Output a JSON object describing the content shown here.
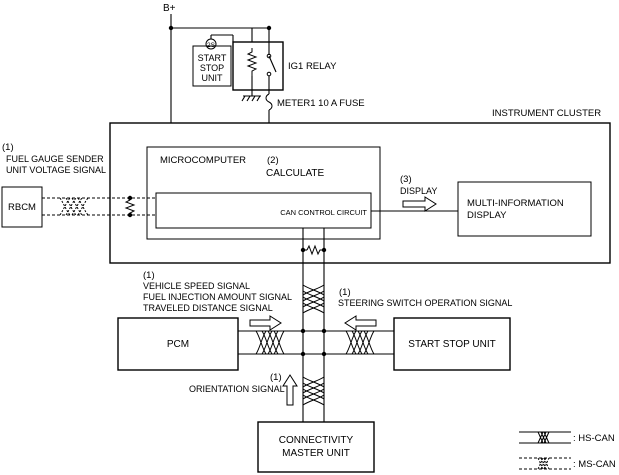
{
  "labels": {
    "b_plus": "B+",
    "ig1_relay": "IG1 RELAY",
    "start_stop_unit_small": [
      "START",
      "STOP",
      "UNIT"
    ],
    "relay_symbol": "2S",
    "fuse": "METER1 10 A FUSE",
    "instrument_cluster": "INSTRUMENT CLUSTER",
    "microcomputer": "MICROCOMPUTER",
    "calc_num": "(2)",
    "calc": "CALCULATE",
    "can_control": "CAN CONTROL CIRCUIT",
    "display_num": "(3)",
    "display": "DISPLAY",
    "mid": [
      "MULTI-INFORMATION",
      "DISPLAY"
    ],
    "fuel_num": "(1)",
    "fuel": [
      "FUEL GAUGE SENDER",
      "UNIT VOLTAGE SIGNAL"
    ],
    "rbcm": "RBCM",
    "vehicle_num": "(1)",
    "vehicle": [
      "VEHICLE SPEED SIGNAL",
      "FUEL INJECTION AMOUNT SIGNAL",
      "TRAVELED DISTANCE SIGNAL"
    ],
    "steering_num": "(1)",
    "steering": "STEERING SWITCH OPERATION SIGNAL",
    "pcm": "PCM",
    "start_stop_unit": "START STOP UNIT",
    "orientation_num": "(1)",
    "orientation": "ORIENTATION SIGNAL",
    "connectivity": [
      "CONNECTIVITY",
      "MASTER UNIT"
    ],
    "legend_hs": ": HS-CAN",
    "legend_ms": ": MS-CAN"
  }
}
